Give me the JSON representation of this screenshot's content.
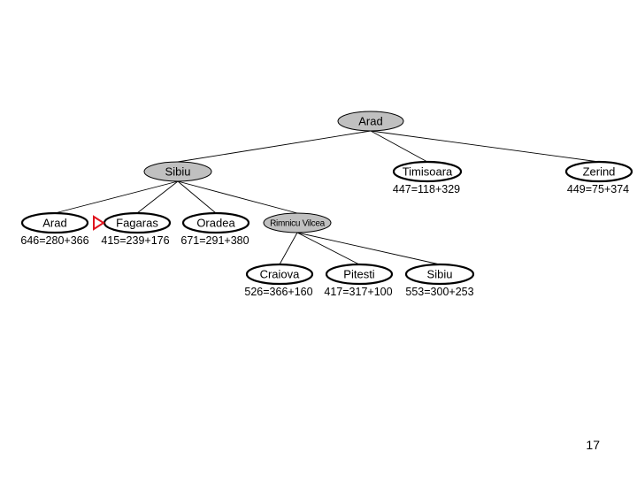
{
  "tree": {
    "nodes": [
      {
        "id": "arad-root",
        "label": "Arad",
        "expanded": true,
        "score": ""
      },
      {
        "id": "sibiu",
        "label": "Sibiu",
        "expanded": true,
        "score": ""
      },
      {
        "id": "timisoara",
        "label": "Timisoara",
        "expanded": false,
        "score": "447=118+329"
      },
      {
        "id": "zerind",
        "label": "Zerind",
        "expanded": false,
        "score": "449=75+374"
      },
      {
        "id": "arad-2",
        "label": "Arad",
        "expanded": false,
        "score": "646=280+366"
      },
      {
        "id": "fagaras",
        "label": "Fagaras",
        "expanded": false,
        "score": "415=239+176",
        "selected": true
      },
      {
        "id": "oradea",
        "label": "Oradea",
        "expanded": false,
        "score": "671=291+380"
      },
      {
        "id": "rimnicu-vilcea",
        "label": "Rimnicu Vilcea",
        "expanded": true,
        "score": ""
      },
      {
        "id": "craiova",
        "label": "Craiova",
        "expanded": false,
        "score": "526=366+160"
      },
      {
        "id": "pitesti",
        "label": "Pitesti",
        "expanded": false,
        "score": "417=317+100"
      },
      {
        "id": "sibiu-2",
        "label": "Sibiu",
        "expanded": false,
        "score": "553=300+253"
      }
    ],
    "edges": [
      [
        "arad-root",
        "sibiu"
      ],
      [
        "arad-root",
        "timisoara"
      ],
      [
        "arad-root",
        "zerind"
      ],
      [
        "sibiu",
        "arad-2"
      ],
      [
        "sibiu",
        "fagaras"
      ],
      [
        "sibiu",
        "oradea"
      ],
      [
        "sibiu",
        "rimnicu-vilcea"
      ],
      [
        "rimnicu-vilcea",
        "craiova"
      ],
      [
        "rimnicu-vilcea",
        "pitesti"
      ],
      [
        "rimnicu-vilcea",
        "sibiu-2"
      ]
    ]
  },
  "colors": {
    "expanded_fill": "#c0c0c0",
    "frontier_fill": "#ffffff",
    "edge": "#000000",
    "selection_marker": "#e0141e"
  },
  "page_number": "17"
}
